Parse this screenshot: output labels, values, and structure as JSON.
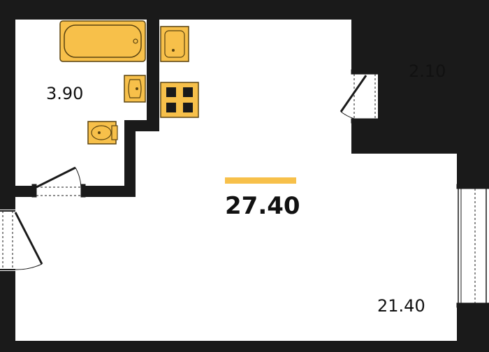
{
  "floor_plan": {
    "total_area": "27.40",
    "rooms": {
      "bathroom_area": "3.90",
      "storage_area": "2.10",
      "living_area": "21.40"
    },
    "colors": {
      "wall": "#1a1a1a",
      "fixture_fill": "#f7c04a",
      "fixture_stroke": "#5a4310",
      "accent_bar": "#f7c04a",
      "background": "#ffffff",
      "text": "#111111"
    },
    "fixtures": [
      "bathtub",
      "washbasin",
      "sink",
      "stove",
      "toilet"
    ],
    "doors": [
      "entrance-door",
      "bathroom-door",
      "storage-door"
    ],
    "windows": [
      "right-window"
    ]
  }
}
